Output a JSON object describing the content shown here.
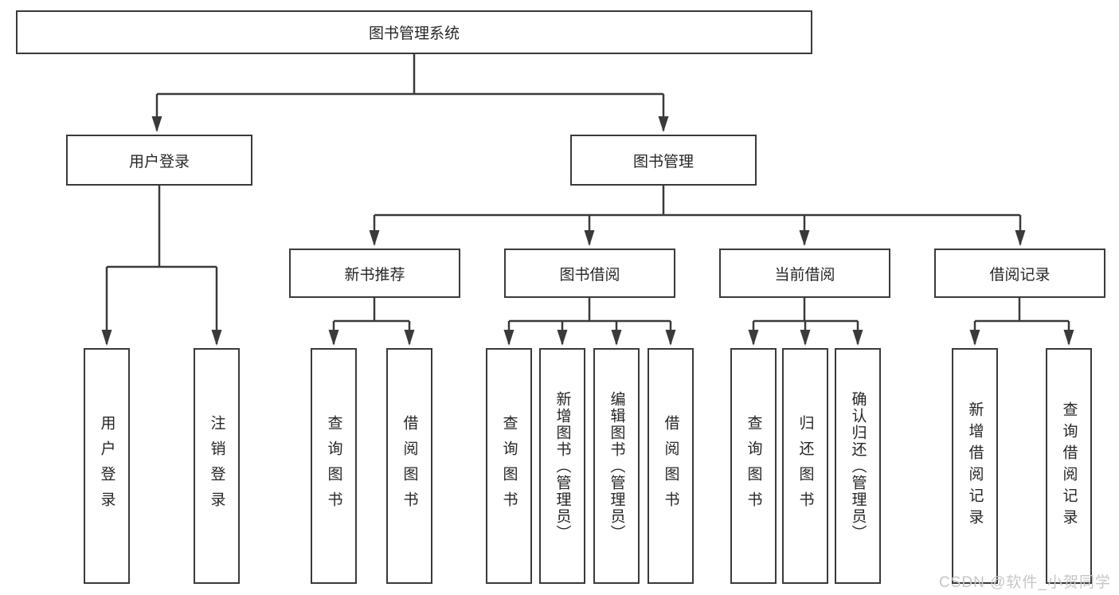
{
  "diagram": {
    "title": "图书管理系统",
    "watermark": "CSDN @软件_小贺同学",
    "colors": {
      "line": "#3a3a3a",
      "text": "#262626",
      "bg": "#ffffff",
      "watermark": "#c6c6c6"
    },
    "root": {
      "label": "图书管理系统"
    },
    "level2": [
      {
        "label": "用户登录"
      },
      {
        "label": "图书管理"
      }
    ],
    "level3": [
      {
        "label": "新书推荐"
      },
      {
        "label": "图书借阅"
      },
      {
        "label": "当前借阅"
      },
      {
        "label": "借阅记录"
      }
    ],
    "leaves": {
      "user_login": [
        {
          "label": "用户登录"
        },
        {
          "label": "注销登录"
        }
      ],
      "new_books": [
        {
          "label": "查询图书"
        },
        {
          "label": "借阅图书"
        }
      ],
      "book_borrow": [
        {
          "label": "查询图书"
        },
        {
          "label": "新增图书（管理员）"
        },
        {
          "label": "编辑图书（管理员）"
        },
        {
          "label": "借阅图书"
        }
      ],
      "current_borrow": [
        {
          "label": "查询图书"
        },
        {
          "label": "归还图书"
        },
        {
          "label": "确认归还（管理员）"
        }
      ],
      "borrow_records": [
        {
          "label": "新增借阅记录"
        },
        {
          "label": "查询借阅记录"
        }
      ]
    }
  }
}
